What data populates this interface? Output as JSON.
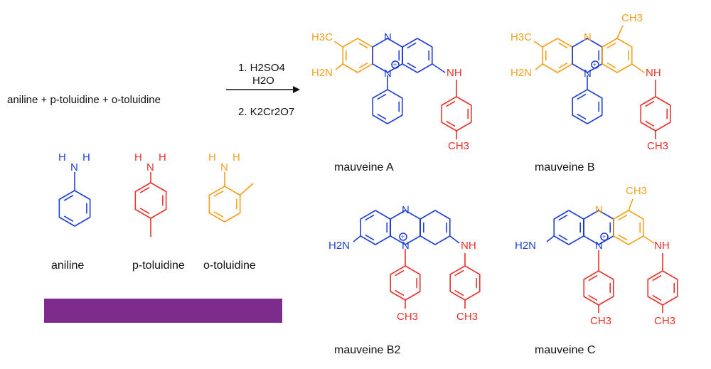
{
  "colors": {
    "aniline": "#1f3fd6",
    "p_toluidine": "#e8312b",
    "o_toluidine": "#f5a01d",
    "bar": "#7e2b8e",
    "text": "#111111"
  },
  "reaction": {
    "reactants": "aniline + p-toluidine + o-toluidine",
    "step1_line1": "1. H2SO4",
    "step1_line2": "H2O",
    "step2": "2. K2Cr2O7"
  },
  "reagents": {
    "aniline": "aniline",
    "p_toluidine": "p-toluidine",
    "o_toluidine": "o-toluidine"
  },
  "products": {
    "mauveine_a": "mauveine A",
    "mauveine_b": "mauveine B",
    "mauveine_b2": "mauveine B2",
    "mauveine_c": "mauveine C"
  },
  "atoms": {
    "N": "N",
    "NH": "NH",
    "H": "H",
    "H3C": "H3C",
    "H2N": "H2N",
    "CH3": "CH3",
    "plus": "+"
  }
}
